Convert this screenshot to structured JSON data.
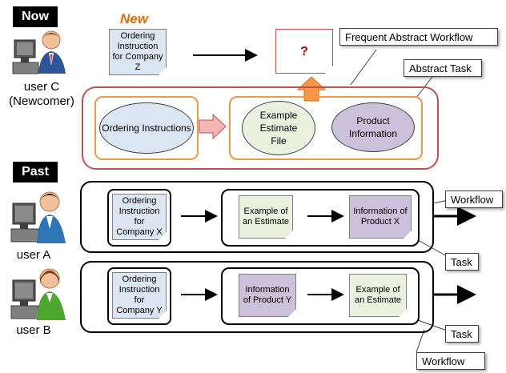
{
  "labels": {
    "now": "Now",
    "past": "Past",
    "new": "New"
  },
  "users": {
    "c_line1": "user C",
    "c_line2": "(Newcomer)",
    "a": "user A",
    "b": "user B"
  },
  "top": {
    "ordering_doc": "Ordering Instruction for Company Z",
    "question": "?",
    "ordering_instructions": "Ordering Instructions",
    "example_estimate": "Example Estimate File",
    "product_info": "Product Information"
  },
  "row_a": {
    "doc1": "Ordering Instruction for Company X",
    "doc2": "Example of an Estimate",
    "doc3": "Information of Product X"
  },
  "row_b": {
    "doc1": "Ordering Instruction for Company Y",
    "doc2": "Information of Product Y",
    "doc3": "Example of an Estimate"
  },
  "callouts": {
    "frequent_abstract_workflow": "Frequent Abstract Workflow",
    "abstract_task": "Abstract Task",
    "workflow_a": "Workflow",
    "task_a": "Task",
    "task_b": "Task",
    "workflow_b": "Workflow"
  },
  "colors": {
    "red_border": "#c0504d",
    "orange_border": "#f79646",
    "blue_fill": "#dce6f2",
    "green_fill": "#ebf1de",
    "purple_fill": "#ccc1da",
    "new_label": "#e36c09"
  }
}
